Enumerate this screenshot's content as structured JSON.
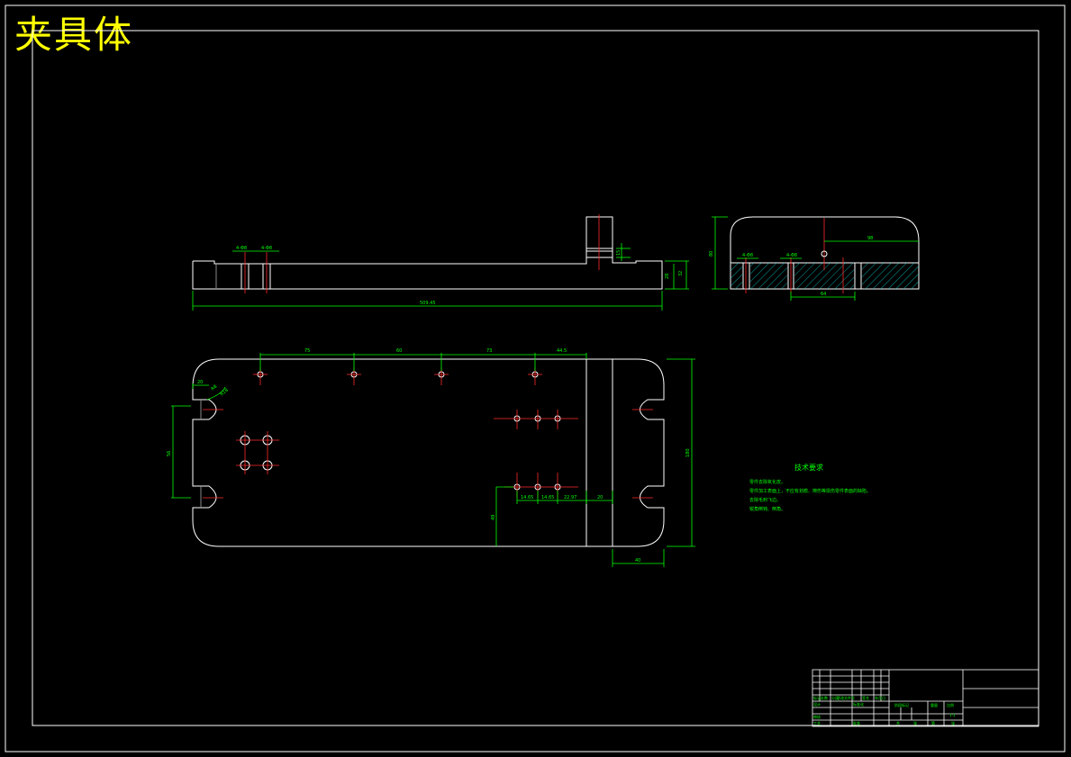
{
  "drawing_title": "夹具体",
  "tech_requirements": {
    "heading": "技术要求",
    "lines": [
      "零件去除氧化皮。",
      "零件加工表面上，不应有划痕、擦伤等损伤零件表面的缺陷。",
      "去除毛刺飞边。",
      "锐角倒钝、倒角。"
    ]
  },
  "dimensions": {
    "hole_a": "4-Φ8",
    "hole_b": "4-Φ8",
    "front_height_a": "28",
    "front_height_b": "32",
    "slot_dim": "15",
    "overall_length": "509.45",
    "side_height": "80",
    "side_width": "98",
    "side_hole_a": "4-Φ8",
    "side_hole_b": "4-Φ8",
    "side_bottom": "64",
    "top_d1": "75",
    "top_d2": "60",
    "top_d3": "73",
    "top_d4": "44.5",
    "left_h": "56",
    "radius_a": "R8",
    "radius_b": "R18",
    "width_right": "180",
    "lower_d1": "14.65",
    "lower_d2": "14.65",
    "lower_d3": "22.97",
    "lower_d4": "20",
    "lower_h": "49",
    "bottom_right": "40",
    "corner_dim": "20"
  },
  "title_block": {
    "row_labels": [
      "标记",
      "处数",
      "分区",
      "更改文件号",
      "签名",
      "年月日"
    ],
    "stage_labels": [
      "阶段标记",
      "重量",
      "比例"
    ],
    "sign_labels": [
      "设计",
      "标准化",
      "审核",
      "工艺",
      "批准"
    ],
    "scale": "1:1",
    "sheet": [
      "共",
      "张",
      "第",
      "张"
    ]
  }
}
